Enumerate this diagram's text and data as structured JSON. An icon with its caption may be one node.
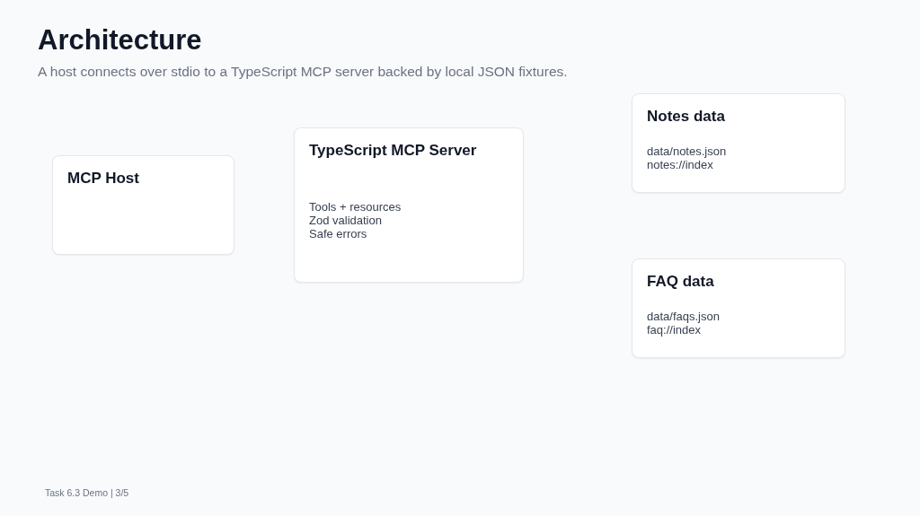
{
  "diagram": {
    "title": "Architecture",
    "nodes": [
      {
        "text": [
          "MCP Host"
        ]
      },
      {
        "text": [
          "TypeScript MCP Server",
          "Tools + resources",
          "Zod validation",
          "Safe errors"
        ]
      },
      {
        "text": [
          "Notes data",
          "data/notes.json",
          "notes://index"
        ]
      },
      {
        "text": [
          "FAQ data",
          "data/faqs.json",
          "faq://index"
        ]
      }
    ],
    "labels": [
      "A host connects over stdio to a TypeScript MCP server backed by local JSON fixtures.",
      "Task 6.3 Demo | 3/5"
    ]
  }
}
